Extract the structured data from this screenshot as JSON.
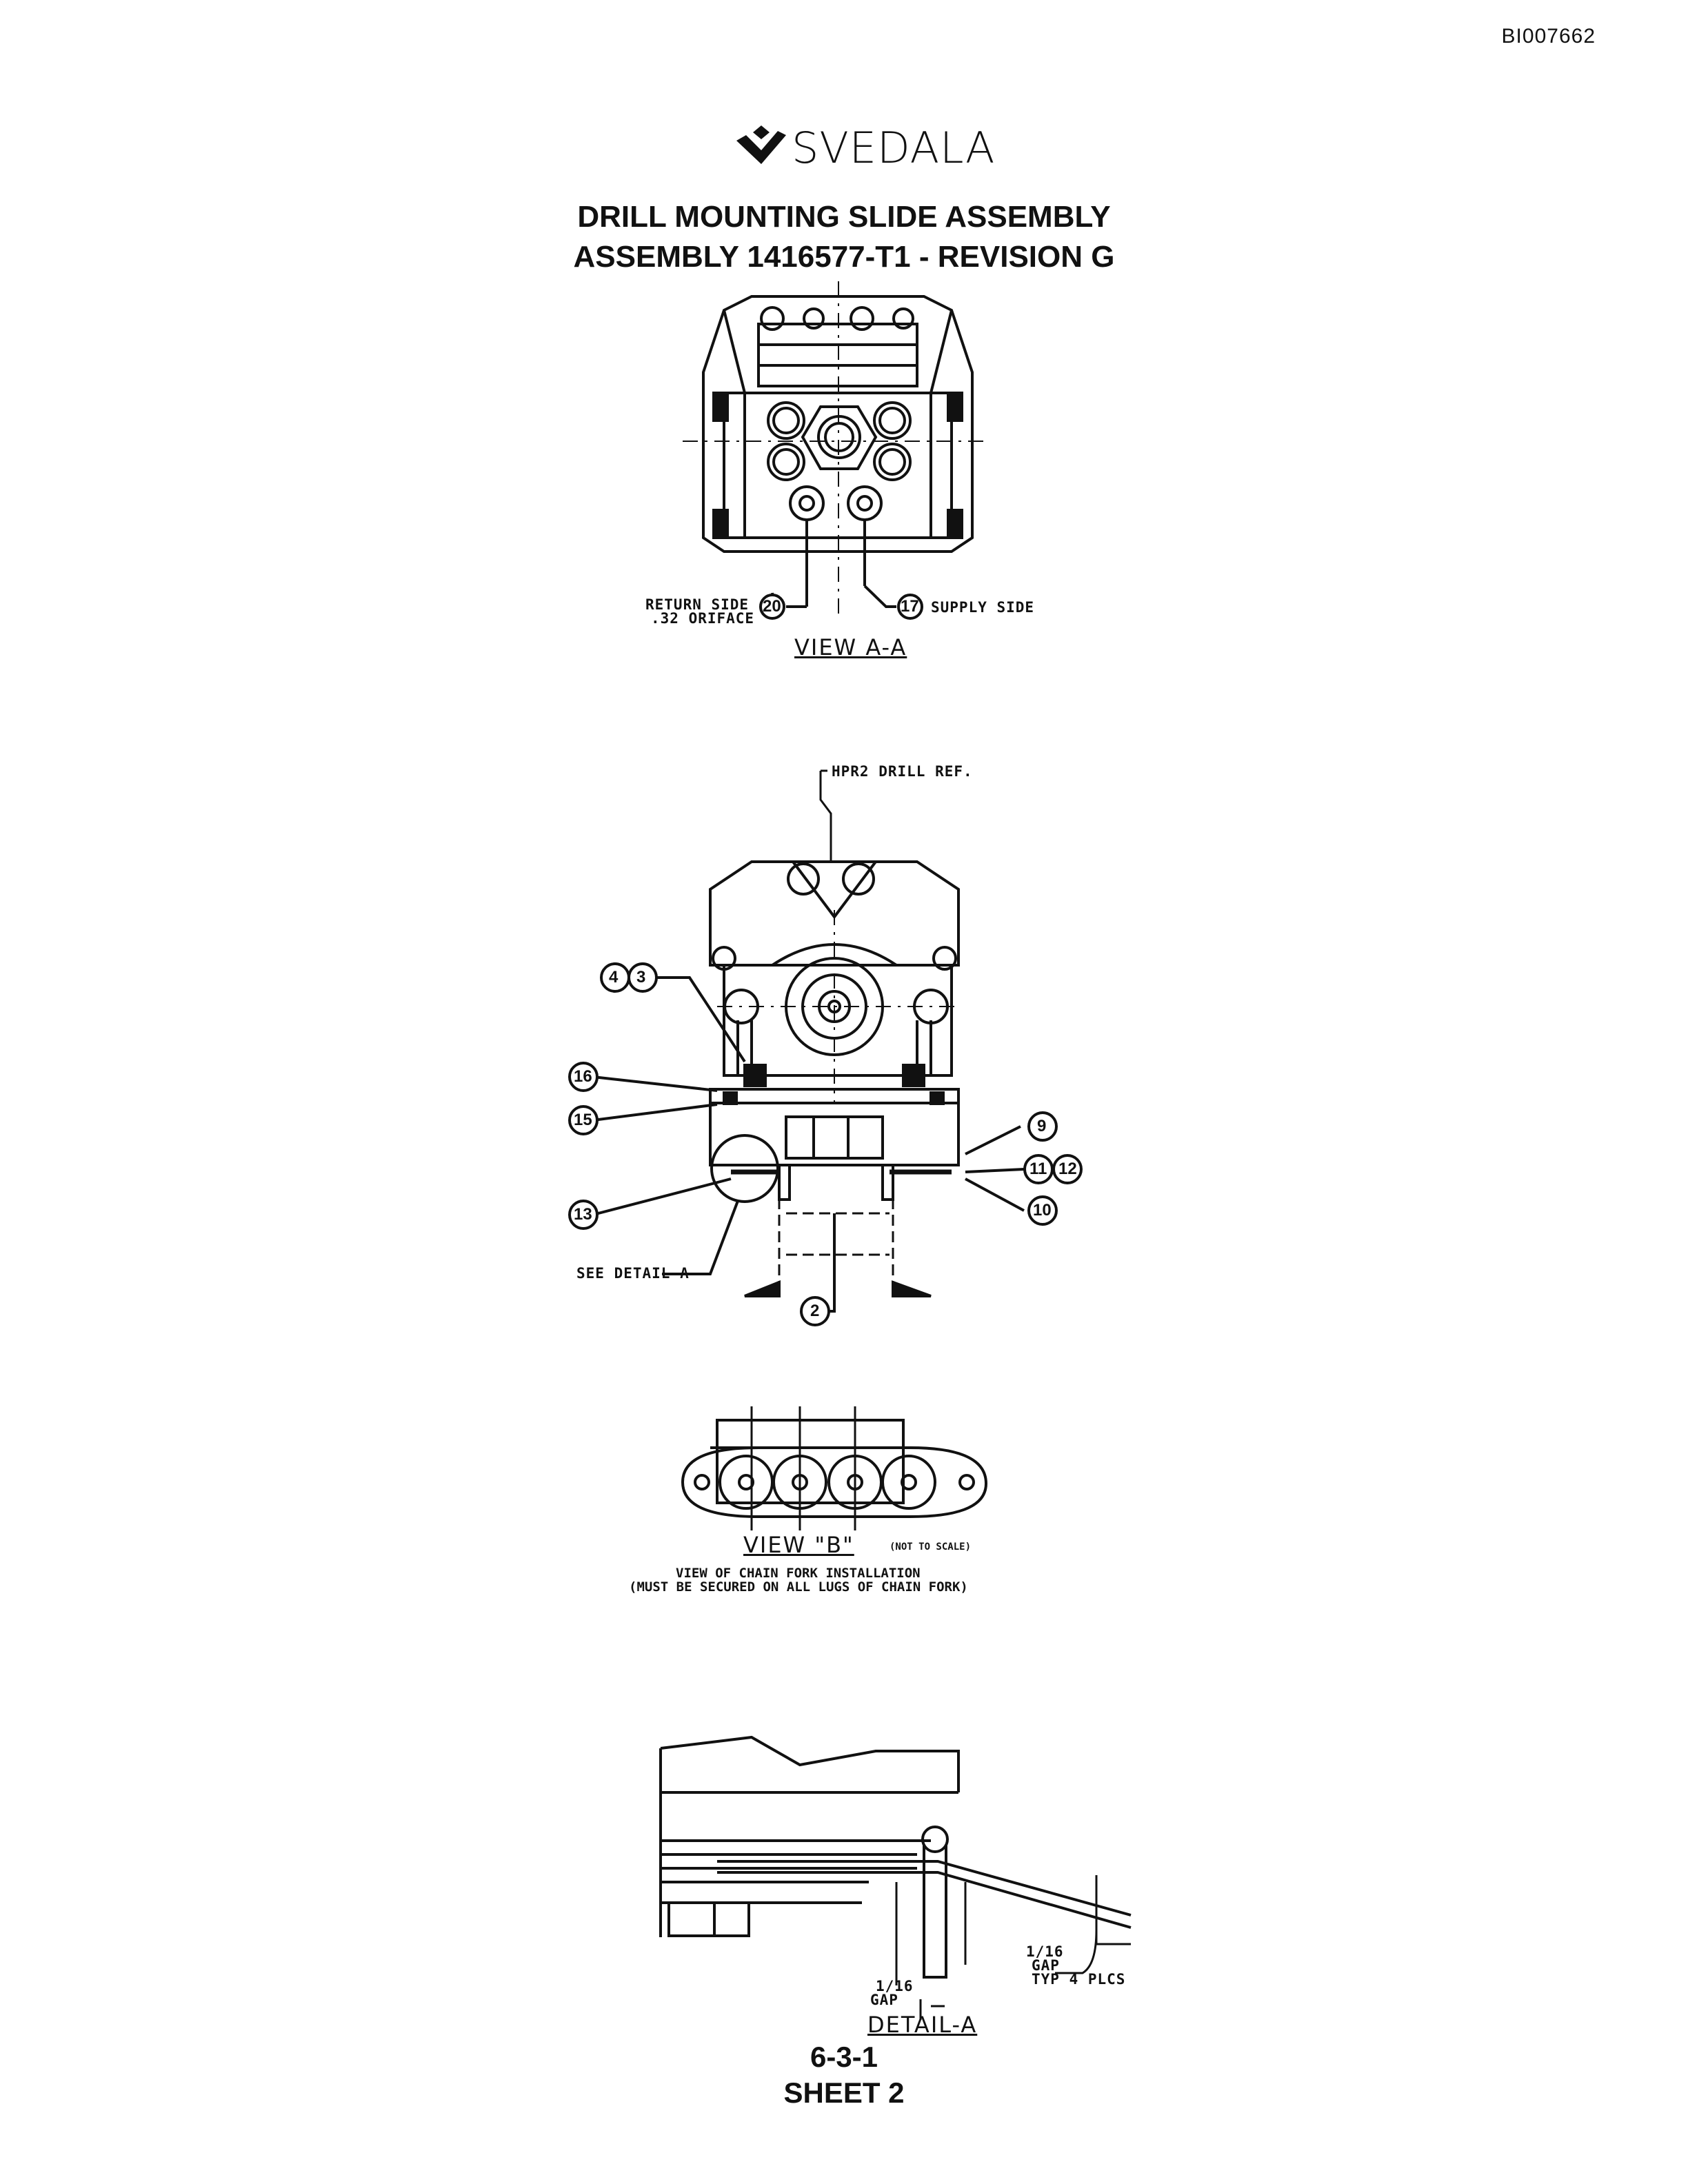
{
  "doc_id": "BI007662",
  "brand": {
    "name": "SVEDALA",
    "icon": "svedala-logo-icon"
  },
  "title": {
    "line1": "DRILL MOUNTING SLIDE ASSEMBLY",
    "line2": "ASSEMBLY 1416577-T1 - REVISION G"
  },
  "view_aa": {
    "caption": "VIEW A-A",
    "return_label_1": "RETURN SIDE",
    "return_label_2": ".32 ORIFACE",
    "return_num": "20",
    "supply_num": "17",
    "supply_label": "SUPPLY SIDE"
  },
  "main_view": {
    "drill_ref": "HPR2 DRILL REF.",
    "see_detail": "SEE DETAIL-A",
    "callouts": [
      "4",
      "3",
      "16",
      "15",
      "13",
      "9",
      "11",
      "12",
      "10",
      "2"
    ]
  },
  "view_b": {
    "caption": "VIEW \"B\"",
    "scale_note": "(NOT TO SCALE)",
    "note_line1": "VIEW OF CHAIN FORK INSTALLATION",
    "note_line2": "(MUST BE SECURED ON ALL LUGS OF CHAIN FORK)"
  },
  "detail_a": {
    "caption": "DETAIL-A",
    "gap_left_1": "1/16",
    "gap_left_2": "GAP",
    "gap_right_1": "1/16",
    "gap_right_2": "GAP",
    "gap_right_3": "TYP 4 PLCS"
  },
  "footer": {
    "page": "6-3-1",
    "sheet": "SHEET 2"
  }
}
